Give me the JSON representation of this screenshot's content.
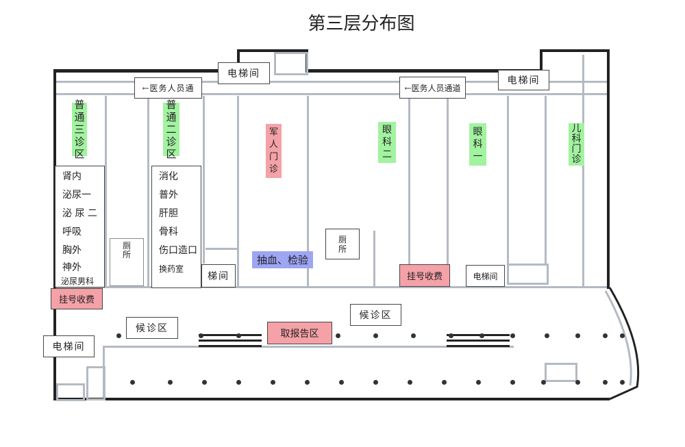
{
  "title": "第三层分布图",
  "colors": {
    "green": "#a2f3a0",
    "pink": "#f4a1a8",
    "blue": "#9ea6f2"
  },
  "labels": {
    "elevator_top_left": "电梯间",
    "elevator_top_right": "电梯间",
    "staff_passage_left": "←医务人员通",
    "staff_passage_right": "←医务人员通道",
    "zone3": [
      "普",
      "通",
      "三",
      "诊",
      "区"
    ],
    "zone2": [
      "普",
      "通",
      "二",
      "诊",
      "区"
    ],
    "zone3_depts": [
      "肾内",
      "泌尿一",
      "泌 尿 二",
      "呼吸",
      "胸外",
      "神外",
      "泌尿男科"
    ],
    "zone2_depts": [
      "消化",
      "普外",
      "肝胆",
      "骨科",
      "伤口造口",
      "换药室"
    ],
    "toilet_left": [
      "厕",
      "所"
    ],
    "toilet_center": [
      "厕",
      "所"
    ],
    "stair_room": "梯间",
    "military_clinic": [
      "军",
      "人",
      "门",
      "诊"
    ],
    "blood_test": "抽血、检验",
    "ophthalmology_2": [
      "眼",
      "科",
      "二"
    ],
    "ophthalmology_1": [
      "眼",
      "科",
      "一"
    ],
    "pediatrics": [
      "儿",
      "科",
      "门",
      "诊"
    ],
    "registration_left": "挂号收费",
    "registration_right": "挂号收费",
    "elevator_mid_right": "电梯间",
    "waiting_left": "候诊区",
    "waiting_center": "候诊区",
    "report_pickup": "取报告区",
    "elevator_bottom_left": "电梯间"
  }
}
